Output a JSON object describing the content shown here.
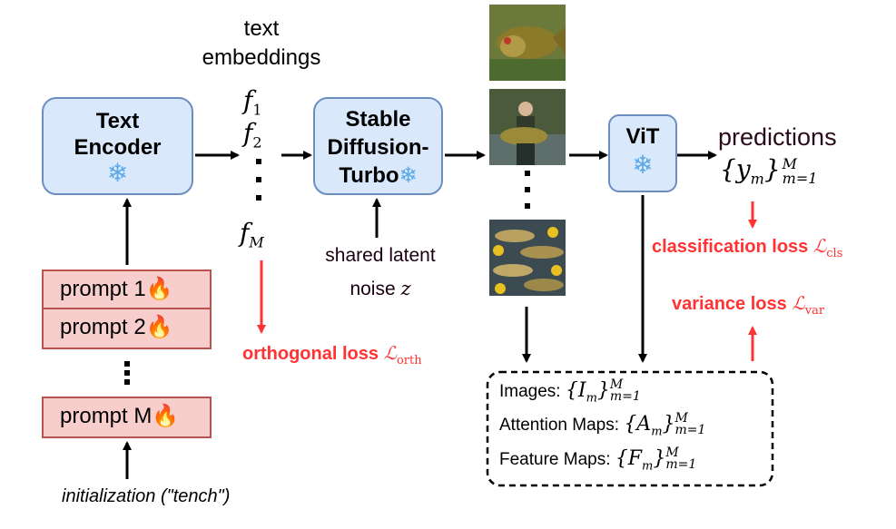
{
  "text_encoder": {
    "line1": "Text",
    "line2": "Encoder"
  },
  "prompts": [
    {
      "label": "prompt 1"
    },
    {
      "label": "prompt 2"
    },
    {
      "label": "prompt M"
    }
  ],
  "initialization": "initialization (\"tench\")",
  "embeddings": {
    "title_line1": "text",
    "title_line2": "embeddings",
    "f1": "f",
    "f1_sub": "1",
    "f2": "f",
    "f2_sub": "2",
    "fM": "f",
    "fM_sub": "M"
  },
  "orthogonal_loss": {
    "label": "orthogonal loss",
    "symbol": "ℒ",
    "sub": "orth"
  },
  "sd_turbo": {
    "line1": "Stable",
    "line2": "Diffusion-",
    "line3": "Turbo"
  },
  "noise": {
    "line1": "shared latent",
    "line2": "noise",
    "var": "z"
  },
  "vit": {
    "label": "ViT"
  },
  "predictions": {
    "label": "predictions",
    "set": "{y",
    "sub": "m",
    "close": "}",
    "sup": "M",
    "range": "m=1"
  },
  "classification_loss": {
    "label": "classification loss",
    "symbol": "ℒ",
    "sub": "cls"
  },
  "variance_loss": {
    "label": "variance loss",
    "symbol": "ℒ",
    "sub": "var"
  },
  "outputs": {
    "images": {
      "label": "Images:",
      "set": "{I",
      "sub": "m",
      "close": "}",
      "sup": "M",
      "range": "m=1"
    },
    "attention": {
      "label": "Attention Maps:",
      "set": "{A",
      "sub": "m",
      "close": "}",
      "sup": "M",
      "range": "m=1"
    },
    "features": {
      "label": "Feature Maps:",
      "set": "{F",
      "sub": "m",
      "close": "}",
      "sup": "M",
      "range": "m=1"
    }
  },
  "icons": {
    "frozen": "snowflake-icon",
    "trainable": "flame-icon"
  },
  "colors": {
    "block_fill": "#dae8fc",
    "block_border": "#6c8ebf",
    "prompt_fill": "#f8cecc",
    "prompt_border": "#b85450",
    "loss_red": "#ff3333"
  }
}
